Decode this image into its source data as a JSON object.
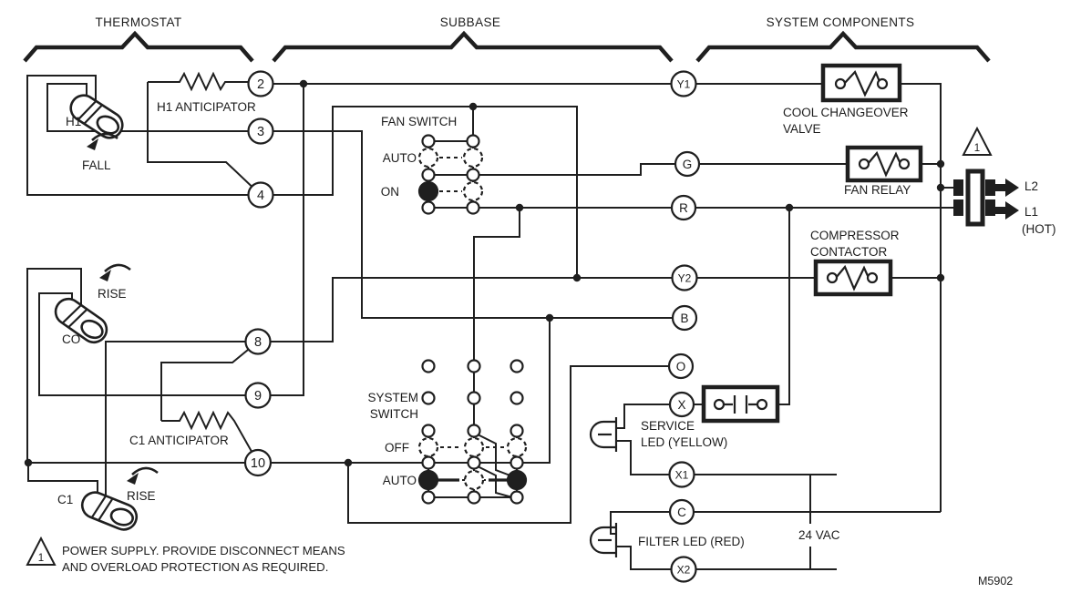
{
  "sections": {
    "thermostat": "THERMOSTAT",
    "subbase": "SUBBASE",
    "system_components": "SYSTEM COMPONENTS"
  },
  "thermostat": {
    "h1_label": "H1",
    "h1_anticipator": "H1 ANTICIPATOR",
    "fall_arrow": "FALL",
    "rise_upper_arrow": "RISE",
    "co_label": "CO",
    "c1_anticipator": "C1 ANTICIPATOR",
    "rise_lower_arrow": "RISE",
    "c1_label": "C1",
    "terminals": {
      "t2": "2",
      "t3": "3",
      "t4": "4",
      "t8": "8",
      "t9": "9",
      "t10": "10"
    }
  },
  "subbase": {
    "fan_switch_label": "FAN SWITCH",
    "fan_auto": "AUTO",
    "fan_on": "ON",
    "system_switch_line1": "SYSTEM",
    "system_switch_line2": "SWITCH",
    "system_off": "OFF",
    "system_auto": "AUTO",
    "terminals": {
      "y1": "Y1",
      "g": "G",
      "r": "R",
      "y2": "Y2",
      "b": "B",
      "o": "O",
      "x": "X",
      "x1": "X1",
      "c": "C",
      "x2": "X2"
    }
  },
  "system_components": {
    "cool_changeover_line1": "COOL CHANGEOVER",
    "cool_changeover_line2": "VALVE",
    "fan_relay": "FAN RELAY",
    "compressor_line1": "COMPRESSOR",
    "compressor_line2": "CONTACTOR",
    "service_led_line1": "SERVICE",
    "service_led_line2": "LED (YELLOW)",
    "filter_led": "FILTER LED (RED)",
    "voltage": "24 VAC",
    "l2": "L2",
    "l1": "L1",
    "hot": "(HOT)"
  },
  "notes": {
    "callout_number": "1",
    "power_note_line1": "POWER SUPPLY. PROVIDE DISCONNECT MEANS",
    "power_note_line2": "AND OVERLOAD PROTECTION AS REQUIRED.",
    "doc_number": "M5902"
  },
  "colors": {
    "line": "#1f1f1f",
    "background": "#ffffff"
  }
}
